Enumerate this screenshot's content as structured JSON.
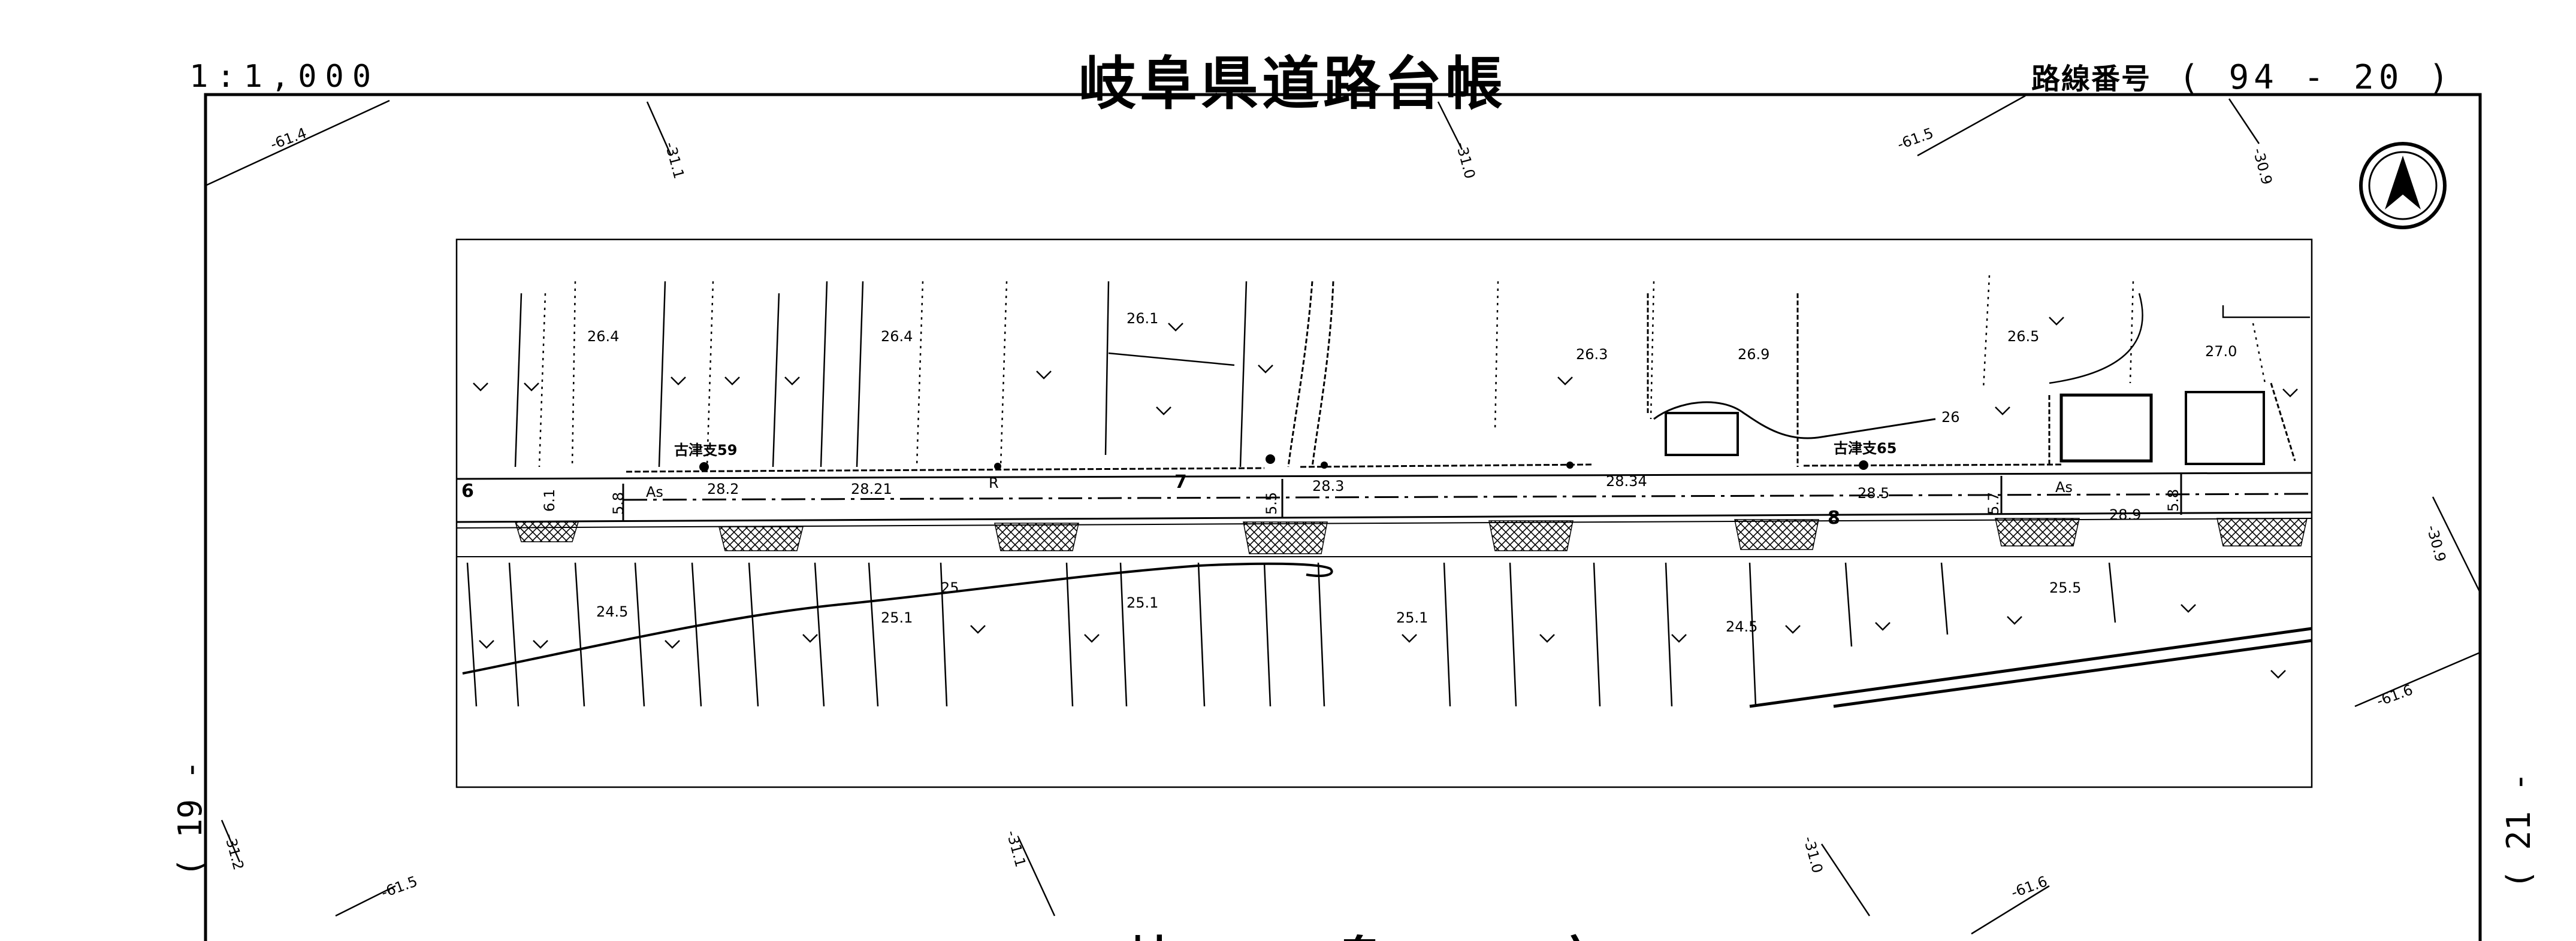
{
  "header": {
    "scale": "1:1,000",
    "title": "岐阜県道路台帳",
    "route_label": "路線番号",
    "route_value": "( 94 - 20 )"
  },
  "sheet_refs": {
    "left": "( 19 -",
    "right": "( 21 -"
  },
  "map": {
    "coord_labels": [
      "-61.4",
      "-31.1",
      "-31.0",
      "-61.5",
      "-30.9",
      "-30.9",
      "-61.6",
      "-31.2",
      "-61.5",
      "-31.1",
      "-31.0",
      "-61.6"
    ],
    "elevations": {
      "north": [
        "26.4",
        "26.4",
        "26.1",
        "26.3",
        "26.9",
        "26.5",
        "27.0"
      ],
      "road": [
        "28.2",
        "28.21",
        "28.3",
        "28.34",
        "28.5",
        "28.9"
      ],
      "south": [
        "24.5",
        "25.1",
        "25.1",
        "25.1",
        "24.5",
        "25.5"
      ]
    },
    "contours": [
      "25",
      "26"
    ],
    "stations": [
      "6",
      "7",
      "8"
    ],
    "widths": [
      "6.1",
      "5.8",
      "5.5",
      "5.7",
      "5.8"
    ],
    "pavement": [
      "As",
      "As"
    ],
    "road_mark": "R",
    "poles": [
      "古津支59",
      "古津支65"
    ],
    "bottom_text": [
      "岐",
      "阜",
      "市"
    ],
    "north_arrow": "north-arrow-icon"
  },
  "colors": {
    "ink": "#000000",
    "paper": "#ffffff"
  }
}
